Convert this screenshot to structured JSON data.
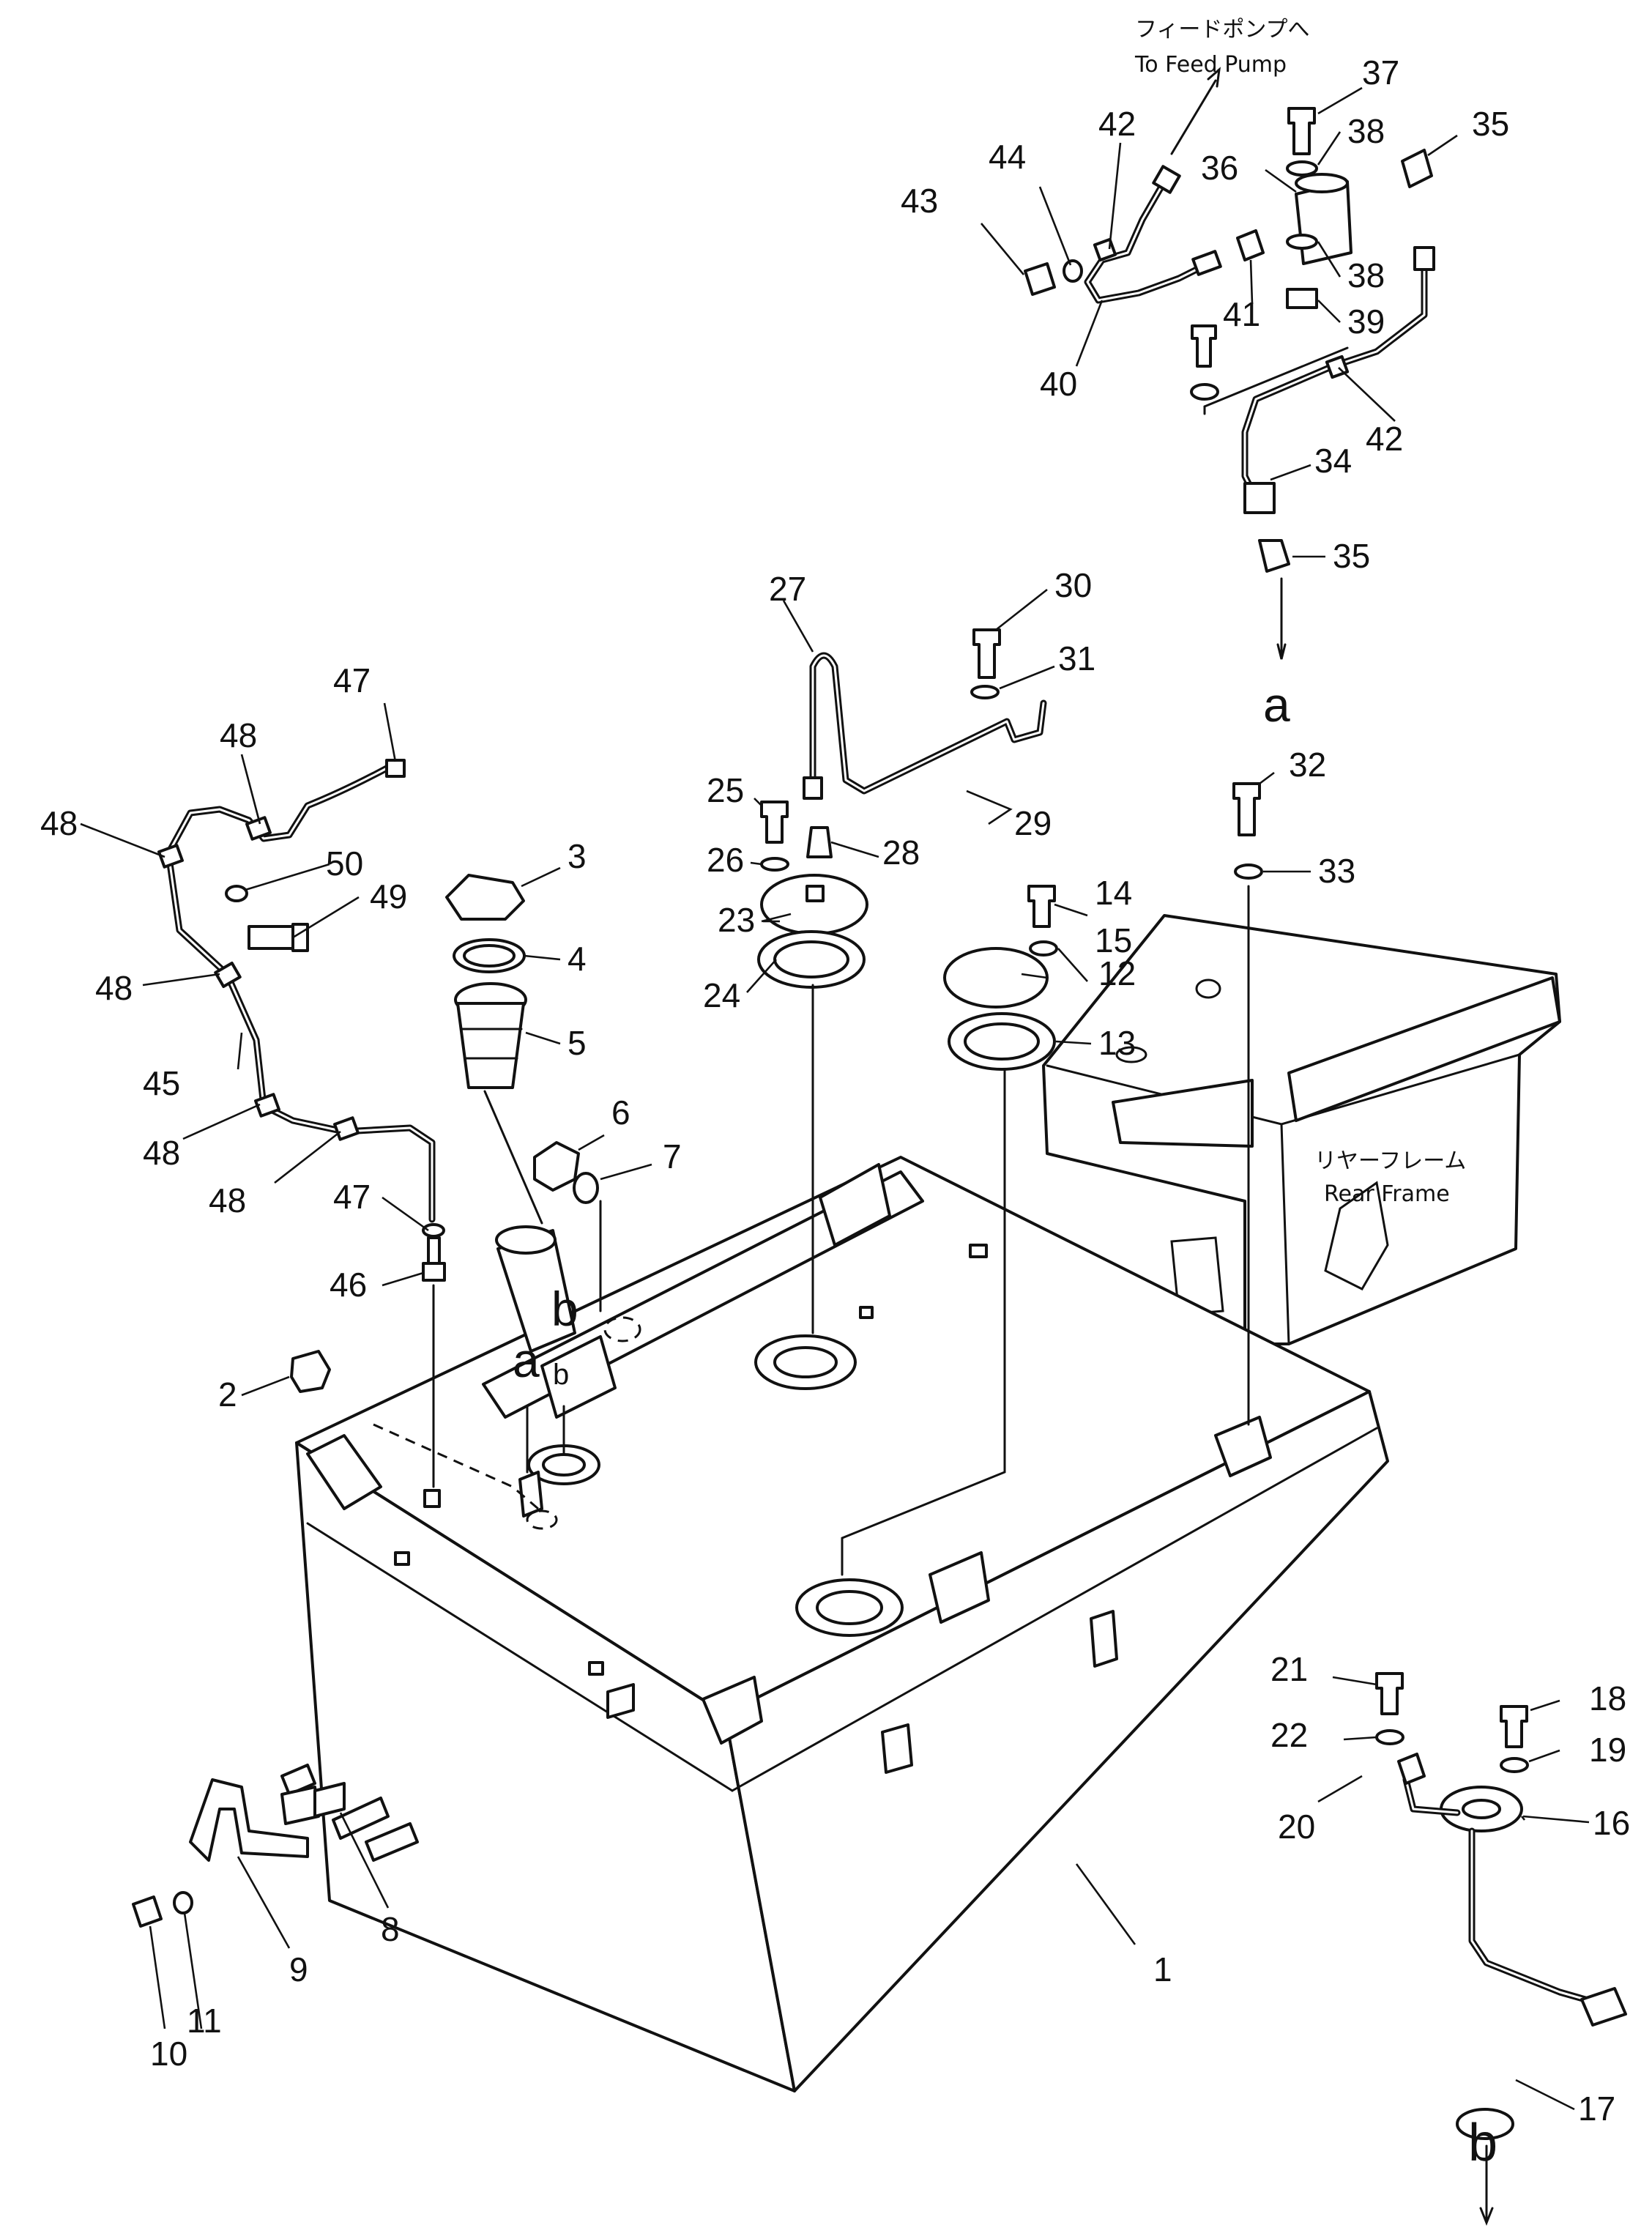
{
  "notes": {
    "feed_pump_jp": "フィードポンプへ",
    "feed_pump_en": "To Feed Pump",
    "rear_frame_jp": "リヤーフレーム",
    "rear_frame_en": "Rear Frame"
  },
  "reference_marks": [
    "a",
    "b",
    "a",
    "b",
    "b"
  ],
  "callouts": [
    "1",
    "2",
    "3",
    "4",
    "5",
    "6",
    "7",
    "8",
    "9",
    "10",
    "11",
    "12",
    "13",
    "14",
    "15",
    "16",
    "17",
    "18",
    "19",
    "20",
    "21",
    "22",
    "23",
    "24",
    "25",
    "26",
    "27",
    "28",
    "29",
    "30",
    "31",
    "32",
    "33",
    "34",
    "35",
    "35",
    "36",
    "37",
    "38",
    "38",
    "39",
    "40",
    "41",
    "42",
    "42",
    "43",
    "44",
    "45",
    "46",
    "47",
    "47",
    "48",
    "48",
    "48",
    "48",
    "48",
    "49",
    "50"
  ]
}
